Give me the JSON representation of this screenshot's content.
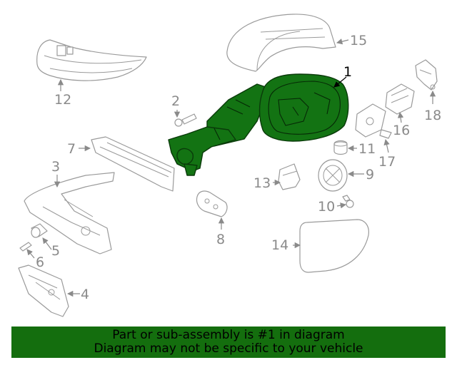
{
  "diagram": {
    "highlight_color": "#137313",
    "callouts": [
      {
        "id": "1",
        "label": "1",
        "highlighted": true
      },
      {
        "id": "2",
        "label": "2"
      },
      {
        "id": "3",
        "label": "3"
      },
      {
        "id": "4",
        "label": "4"
      },
      {
        "id": "5",
        "label": "5"
      },
      {
        "id": "6",
        "label": "6"
      },
      {
        "id": "7",
        "label": "7"
      },
      {
        "id": "8",
        "label": "8"
      },
      {
        "id": "9",
        "label": "9"
      },
      {
        "id": "10",
        "label": "10"
      },
      {
        "id": "11",
        "label": "11"
      },
      {
        "id": "12",
        "label": "12"
      },
      {
        "id": "13",
        "label": "13"
      },
      {
        "id": "14",
        "label": "14"
      },
      {
        "id": "15",
        "label": "15"
      },
      {
        "id": "16",
        "label": "16"
      },
      {
        "id": "17",
        "label": "17"
      },
      {
        "id": "18",
        "label": "18"
      }
    ]
  },
  "banner": {
    "color": "#146e0e",
    "line1": "Part or sub-assembly is #1 in diagram",
    "line2": "Diagram may not be specific to your vehicle"
  }
}
